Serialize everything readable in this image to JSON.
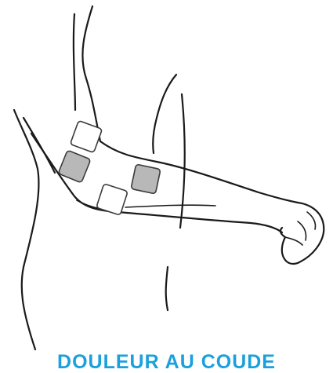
{
  "caption": "DOULEUR AU COUDE",
  "colors": {
    "line": "#1a1a1a",
    "pad_active": "#b8b8b8",
    "pad_inactive": "#ffffff",
    "caption": "#1aa0dc"
  },
  "electrodes": [
    {
      "state": "inactive"
    },
    {
      "state": "active"
    },
    {
      "state": "active"
    },
    {
      "state": "inactive"
    }
  ]
}
